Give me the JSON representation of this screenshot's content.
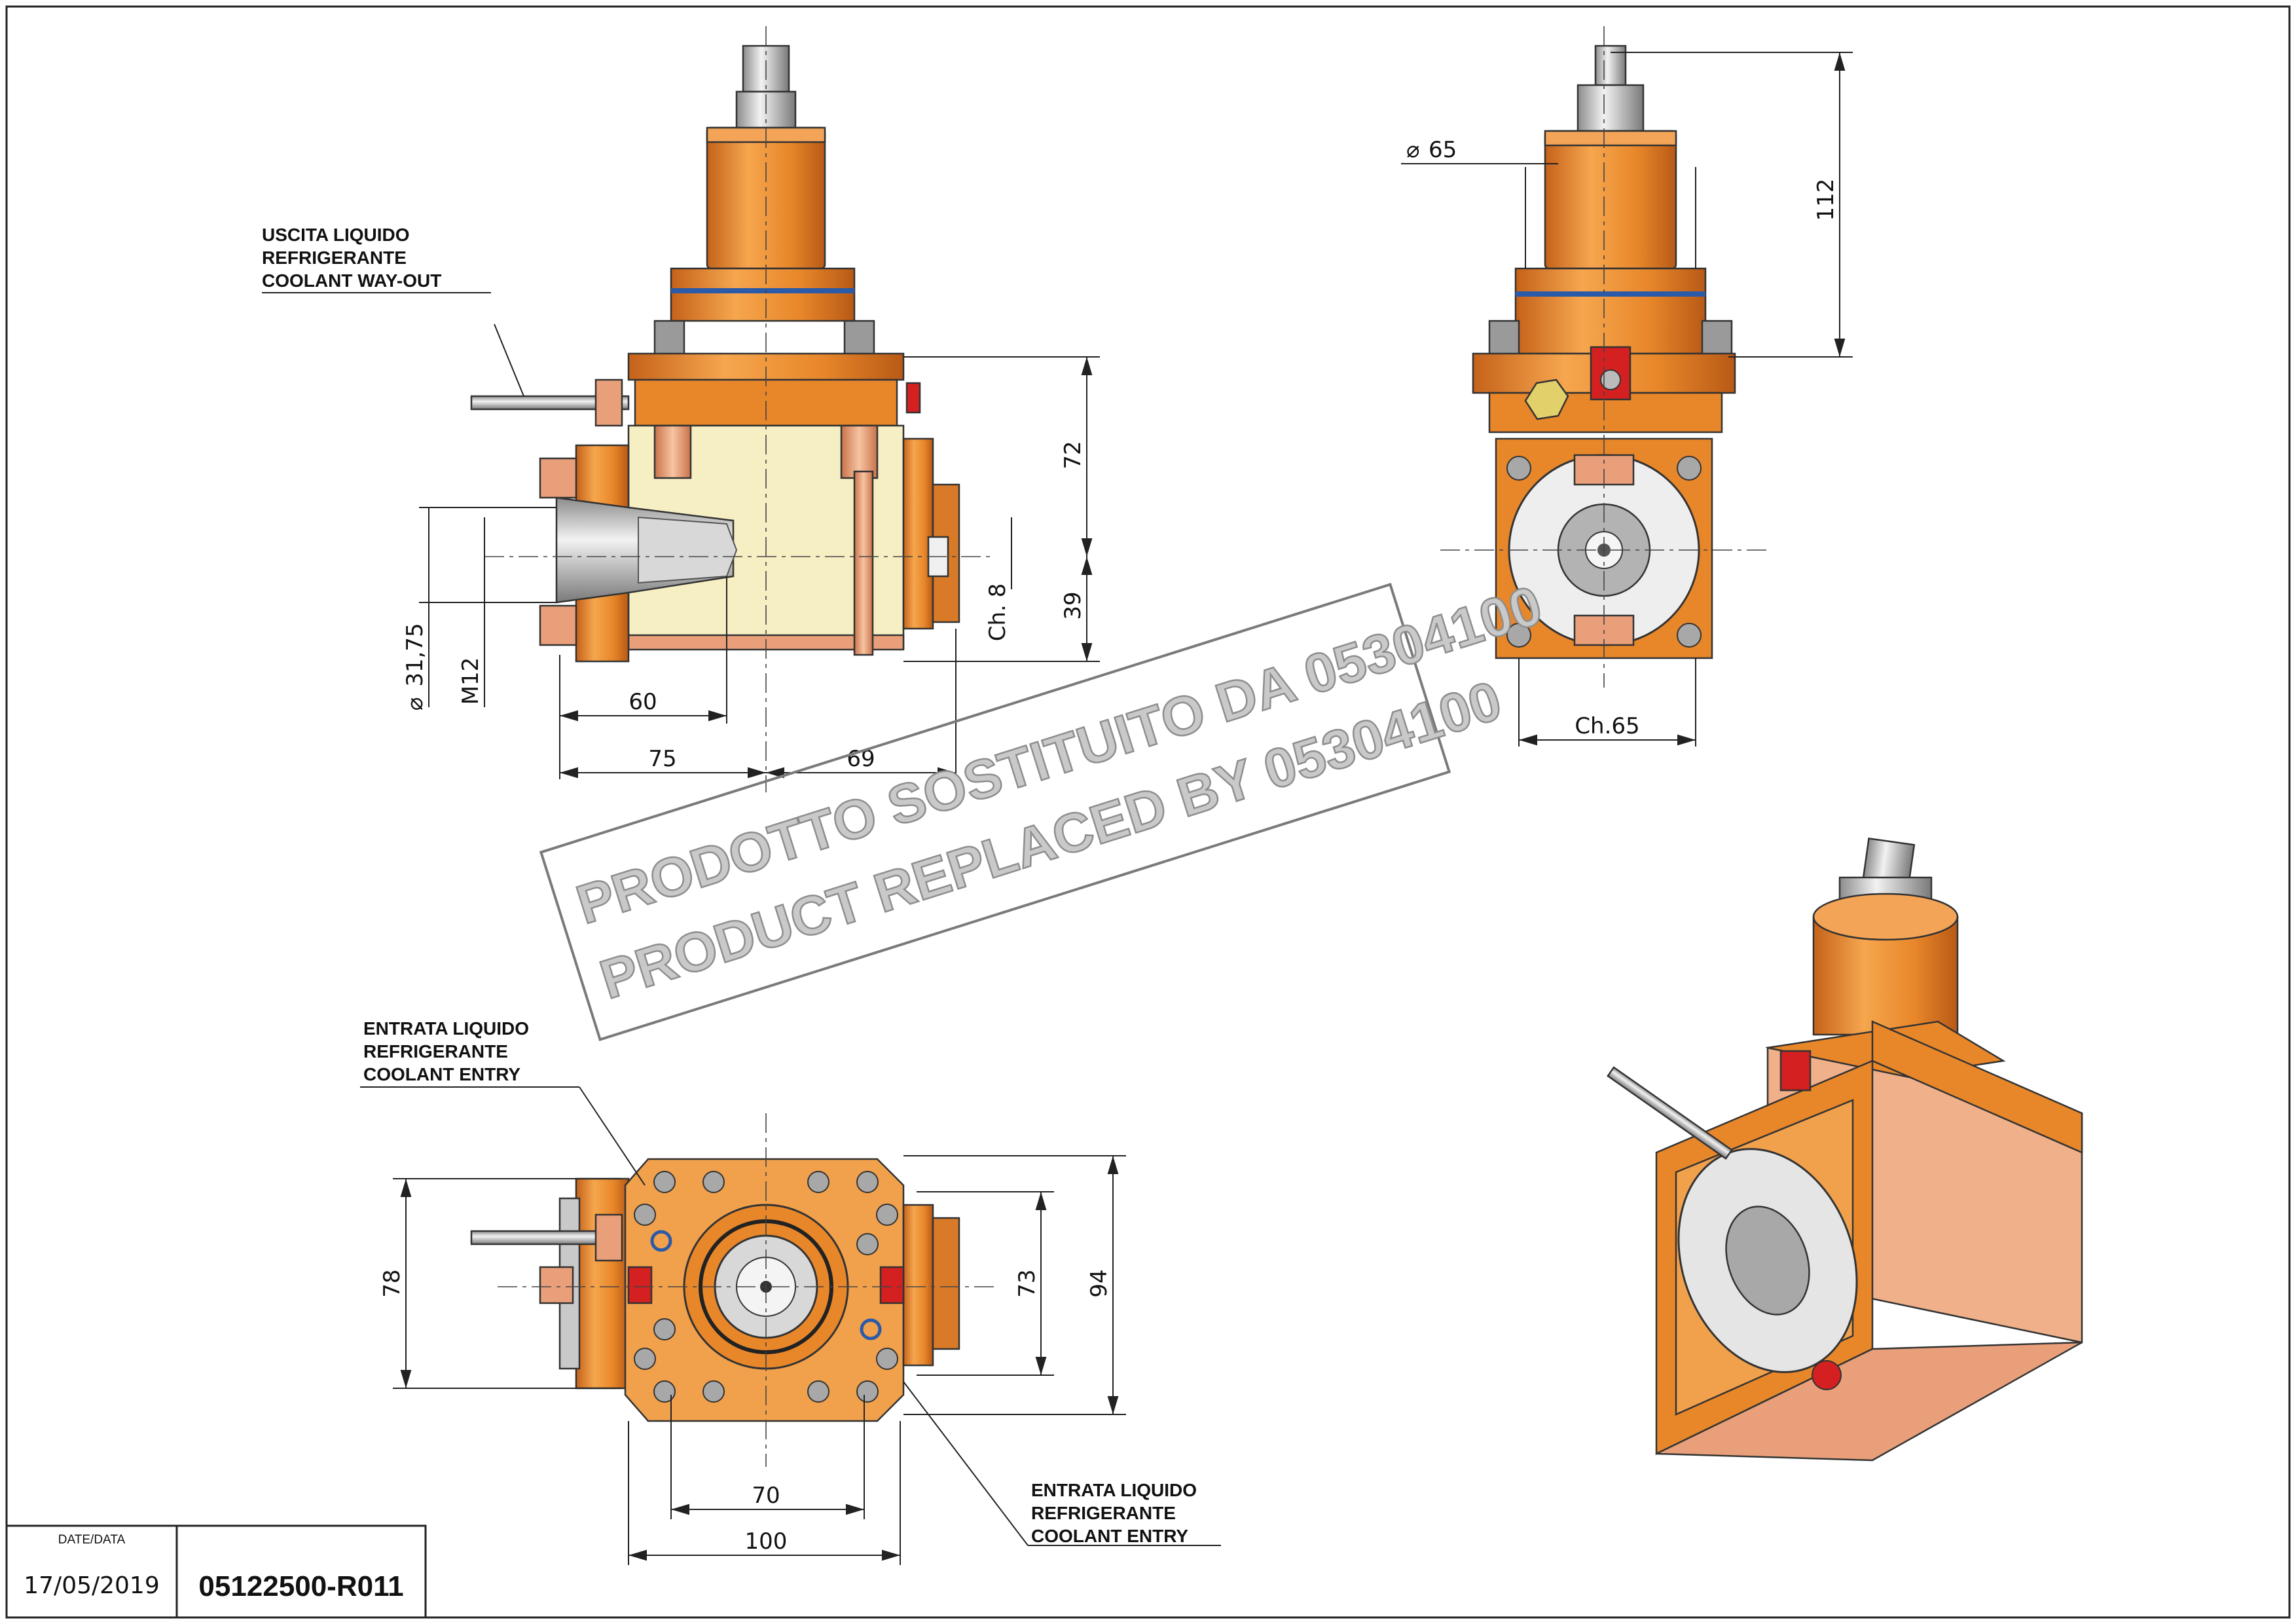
{
  "labels": {
    "coolant_out": [
      "USCITA LIQUIDO",
      "REFRIGERANTE",
      "COOLANT WAY-OUT"
    ],
    "coolant_in_top": [
      "ENTRATA LIQUIDO",
      "REFRIGERANTE",
      "COOLANT ENTRY"
    ],
    "coolant_in_bottom": [
      "ENTRATA LIQUIDO",
      "REFRIGERANTE",
      "COOLANT ENTRY"
    ]
  },
  "dimensions": {
    "d31_75": "31,75",
    "m12": "M12",
    "d60": "60",
    "d75": "75",
    "d69": "69",
    "d72": "72",
    "d39": "39",
    "ch8": "Ch. 8",
    "d65": "65",
    "d112": "112",
    "ch65": "Ch.65",
    "d78": "78",
    "d73": "73",
    "d94": "94",
    "d70": "70",
    "d100": "100"
  },
  "watermark": {
    "line1": "PRODOTTO SOSTITUITO DA 05304100",
    "line2": "PRODUCT REPLACED BY 05304100"
  },
  "title_block": {
    "date_label": "DATE/DATA",
    "date": "17/05/2019",
    "code": "05122500-R011"
  },
  "colors": {
    "body": "#e8872a",
    "body_light": "#f3a456",
    "housing": "#f7efc4",
    "copper": "#e9a07a",
    "steel": "#c9c9c9",
    "seal_blue": "#2a5aa8",
    "red_fitting": "#d42020"
  }
}
